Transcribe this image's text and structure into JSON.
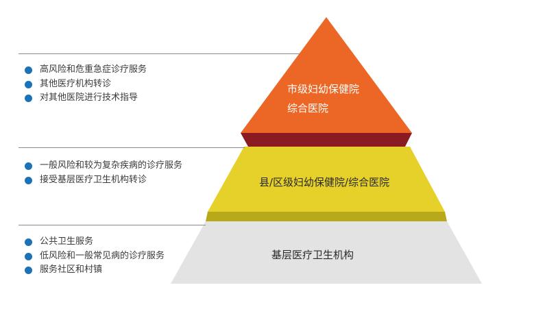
{
  "tiers": [
    {
      "labels": [
        "市级妇幼保健院",
        "综合医院"
      ],
      "services": [
        "高风险和危重急症诊疗服务",
        "其他医疗机构转诊",
        "对其他医院进行技术指导"
      ],
      "color": "#ec6725",
      "shadow": "#8a1b22",
      "text_color": "#ffffff"
    },
    {
      "labels": [
        "县/区级妇幼保健院/综合医院"
      ],
      "services": [
        "一般风险和较为复杂疾病的诊疗服务",
        "接受基层医疗卫生机构转诊"
      ],
      "color": "#e6d02a",
      "shadow": "#b8a91a",
      "text_color": "#2a2a2a"
    },
    {
      "labels": [
        "基层医疗卫生机构"
      ],
      "services": [
        "公共卫生服务",
        "低风险和一般常见病的诊疗服务",
        "服务社区和村镇"
      ],
      "color": "#e3e3e3",
      "shadow": "#cfcfcf",
      "text_color": "#2a2a2a"
    }
  ],
  "bullet_color": "#1a73b8",
  "bullet_icon": "circle-bullet-icon"
}
